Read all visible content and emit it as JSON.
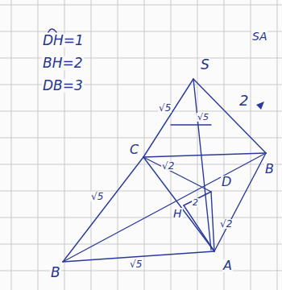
{
  "diagram": {
    "labels": [
      "DH=1",
      "BH=2",
      "DB=3",
      "SA",
      "S",
      "C",
      "B",
      "A",
      "D",
      "H",
      "B",
      "√5",
      "2",
      "√5",
      "√5",
      "√2",
      "√5",
      "√2",
      "2"
    ]
  }
}
